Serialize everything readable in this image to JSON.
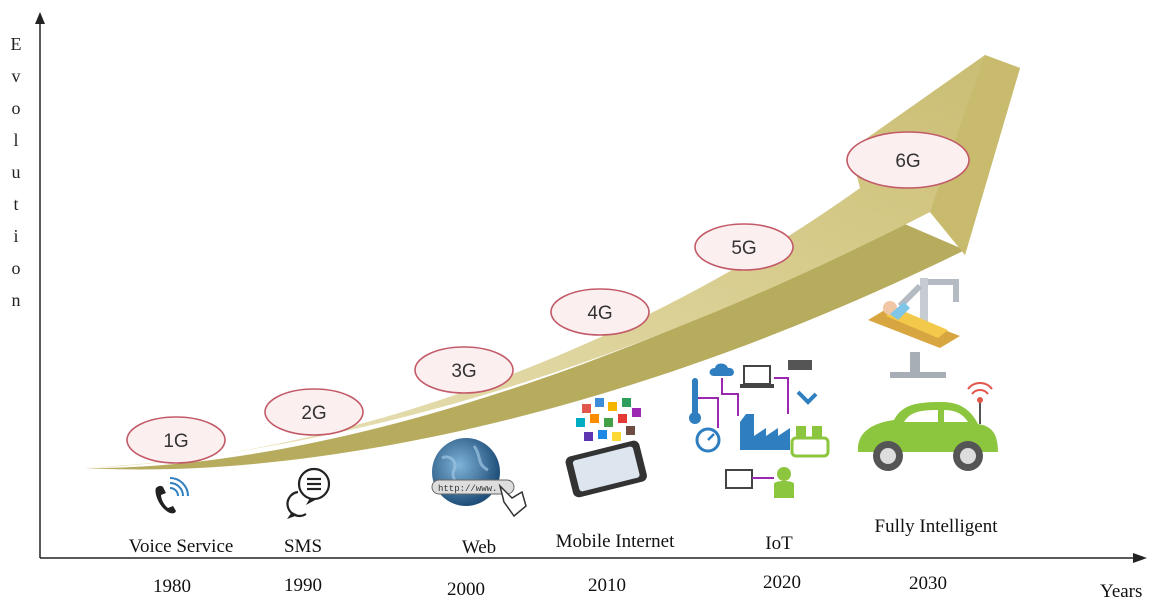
{
  "axis": {
    "y_label": "Evolution",
    "x_label": "Years"
  },
  "stages": [
    {
      "generation": "1G",
      "service": "Voice Service",
      "year": "1980",
      "icon": "phone-signal-icon"
    },
    {
      "generation": "2G",
      "service": "SMS",
      "year": "1990",
      "icon": "chat-bubbles-icon"
    },
    {
      "generation": "3G",
      "service": "Web",
      "year": "2000",
      "icon": "globe-web-icon"
    },
    {
      "generation": "4G",
      "service": "Mobile Internet",
      "year": "2010",
      "icon": "smartphone-apps-icon"
    },
    {
      "generation": "5G",
      "service": "IoT",
      "year": "2020",
      "icon": "iot-network-icon"
    },
    {
      "generation": "6G",
      "service": "Fully Intelligent",
      "year": "2030",
      "icon": "smart-car-icon"
    }
  ],
  "extra_icons": [
    "robotic-surgery-icon"
  ],
  "colors": {
    "arrow_fill": "#D9CF93",
    "arrow_shade": "#B7AB5E",
    "oval_stroke": "#C25A68",
    "oval_fill": "#FBEFF0",
    "car_body": "#8CC63F",
    "icon_blue": "#2F7FC0"
  }
}
